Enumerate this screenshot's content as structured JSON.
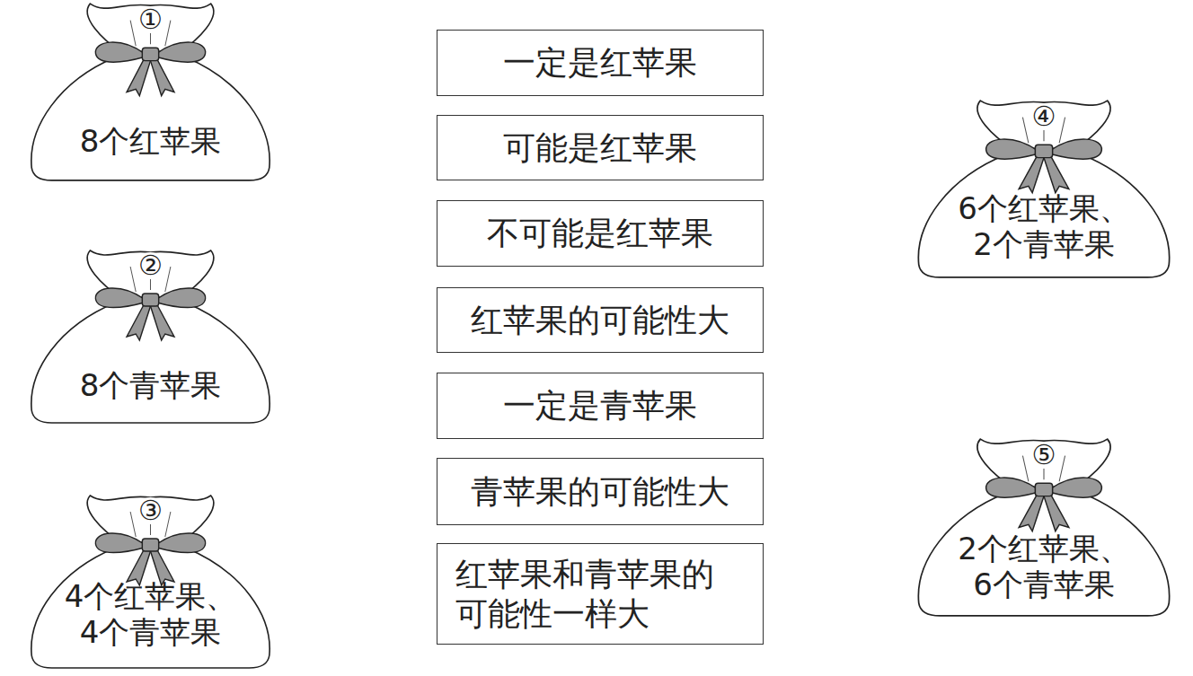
{
  "diagram": {
    "nodes": [
      {
        "text": [
          "①",
          "8个红苹果"
        ]
      },
      {
        "text": [
          "②",
          "8个青苹果"
        ]
      },
      {
        "text": [
          "③",
          "4个红苹果、 4个青苹果"
        ]
      },
      {
        "text": [
          "一定是红苹果"
        ]
      },
      {
        "text": [
          "可能是红苹果"
        ]
      },
      {
        "text": [
          "不可能是红苹果"
        ]
      },
      {
        "text": [
          "红苹果的可能性大"
        ]
      },
      {
        "text": [
          "一定是青苹果"
        ]
      },
      {
        "text": [
          "青苹果的可能性大"
        ]
      },
      {
        "text": [
          "红苹果和青苹果的 可能性一样大"
        ]
      },
      {
        "text": [
          "④",
          "6个红苹果、 2个青苹果"
        ]
      },
      {
        "text": [
          "⑤",
          "2个红苹果、 6个青苹果"
        ]
      }
    ]
  }
}
